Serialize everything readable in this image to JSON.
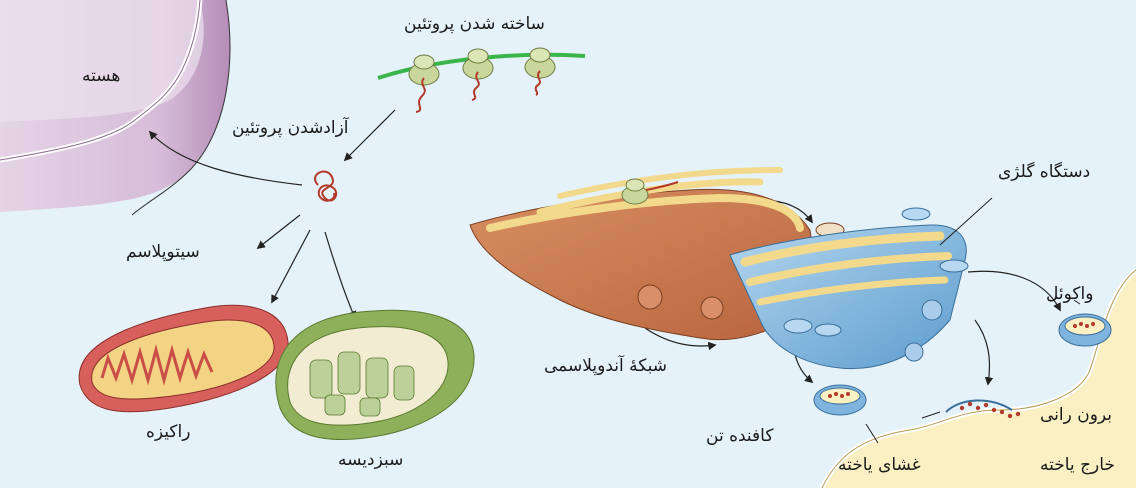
{
  "labels": {
    "nucleus": "هسته",
    "protein_synthesis": "ساخته شدن پروتئین",
    "protein_release": "آزادشدن پروتئین",
    "cytoplasm": "سیتوپلاسم",
    "mitochondrion": "راکیزه",
    "chloroplast": "سبزدیسه",
    "golgi": "دستگاه گلژی",
    "er": "شبکهٔ آندوپلاسمی",
    "vacuole": "واکوئل",
    "lysosome": "کافنده تن",
    "exocytosis": "برون رانی",
    "cell_membrane": "غشای یاخته",
    "outside_cell": "خارج یاخته"
  },
  "colors": {
    "background": "#e6f2fa",
    "nucleus": "#c8a8c9",
    "ribosome": "#b9c88a",
    "mrna": "#3ab54a",
    "protein": "#b23a2a",
    "mitochondrion": "#d8605c",
    "chloroplast": "#8fb05a",
    "er": "#cf8a64",
    "golgi": "#f2d98c",
    "vesicle": "#7fb4df",
    "outside": "#fbf0c4"
  }
}
